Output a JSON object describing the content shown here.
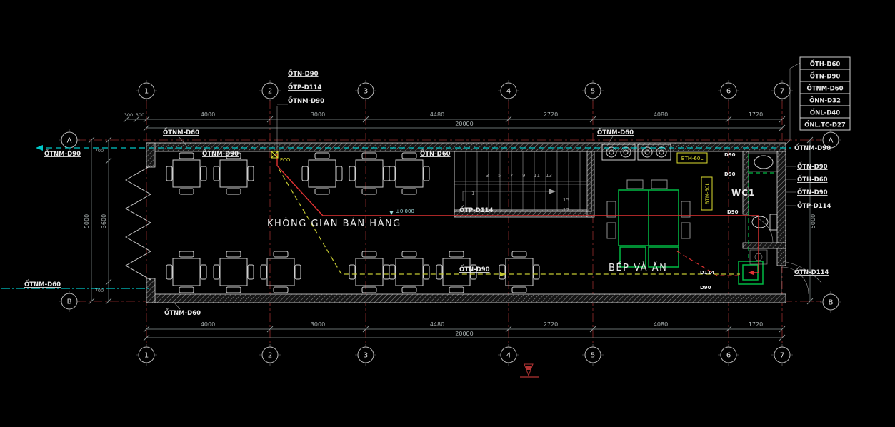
{
  "colors": {
    "background": "#000000",
    "line_white": "#d9d9d9",
    "wall_hatch": "#8f8f8f",
    "dim_text": "#a8b0b0",
    "dim_line": "#8a9494",
    "axis_red": "#b23434",
    "pipe_red": "#e03232",
    "pipe_cyan": "#00c8c8",
    "pipe_yellow": "#c3c832",
    "pipe_green": "#00bb44",
    "label_white": "#e8e8e8",
    "yellow_text": "#dede30"
  },
  "axes": {
    "cols": [
      "1",
      "2",
      "3",
      "4",
      "5",
      "6",
      "7"
    ],
    "rows": [
      "A",
      "B"
    ]
  },
  "dims": {
    "segments": [
      "4000",
      "3000",
      "4480",
      "2720",
      "4080",
      "1720"
    ],
    "total": "20000",
    "offsets": [
      "300",
      "300"
    ],
    "left_top": "700",
    "left_mid": "3600",
    "left_bottom": "700",
    "left_total": "5000",
    "right_total": "5000"
  },
  "riser_stack": [
    "ỐTH-D60",
    "ỐTN-D90",
    "ỐTNM-D60",
    "ỐNN-D32",
    "ỐNL-D40",
    "ỐNL.TC-D27"
  ],
  "feeders": [
    "ỐTN-D90",
    "ỐTP-D114",
    "ỐTNM-D90"
  ],
  "right_labels": {
    "top": "ỐTNM-D90",
    "stack": [
      "ỐTN-D90",
      "ỐTH-D60",
      "ỐTN-D90",
      "ỐTP-D114"
    ],
    "bottom": "ỐTN-D114"
  },
  "pipe_labels": {
    "left_in": "ỐTNM-D90",
    "left_out": "ỐTNM-D60",
    "top_wall_1": "ỐTNM-D60",
    "top_wall_2": "ỐTNM-D90",
    "top_wall_3": "ỐTN-D60",
    "top_wall_4": "ỐTNM-D60",
    "bottom_wall": "ỐTNM-D60",
    "main_drain": "ỐTP-D114",
    "main_supply": "ỐTN-D90"
  },
  "rooms": {
    "sales": "KHÔNG GIAN BÁN HÀNG",
    "kitchen": "BẾP VÀ ĂN",
    "wc": "WC1"
  },
  "equipment": {
    "fco": "FCO",
    "heater_a": "BTM-60L",
    "heater_b": "BTM-60L"
  },
  "fittings": {
    "d90_a": "D90",
    "d90_b": "D90",
    "d90_c": "D90",
    "d114": "D114",
    "d90_d": "D90"
  },
  "level": "±0.000",
  "stairs": {
    "numbers": [
      "1",
      "3",
      "5",
      "7",
      "9",
      "11",
      "13",
      "15",
      "17"
    ]
  }
}
